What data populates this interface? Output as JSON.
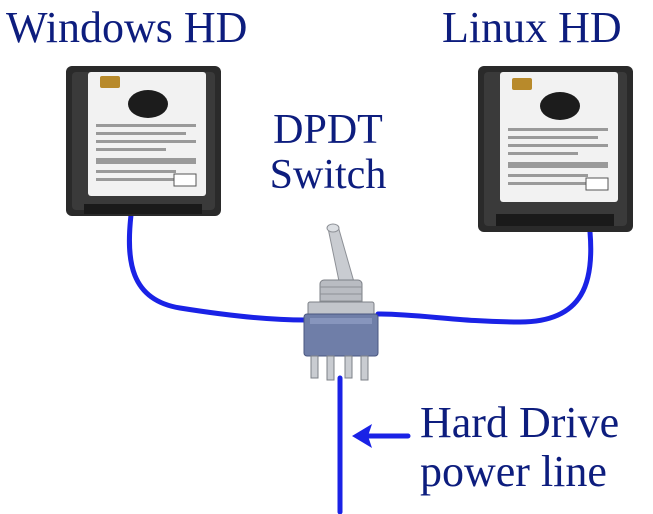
{
  "labels": {
    "windows_drive": "Windows HD",
    "linux_drive": "Linux HD",
    "switch_line1": "DPDT",
    "switch_line2": "Switch",
    "power_line1": "Hard Drive",
    "power_line2": "power line"
  },
  "colors": {
    "text": "#0d1d7e",
    "wire": "#1a22e6",
    "drive_body": "#2a2a2a",
    "drive_label": "#f2f2f2",
    "switch_metal": "#b9bcc2",
    "switch_body": "#6f7ea8"
  },
  "icons": [
    "hard-drive-icon",
    "toggle-switch-icon",
    "arrow-left-icon"
  ]
}
